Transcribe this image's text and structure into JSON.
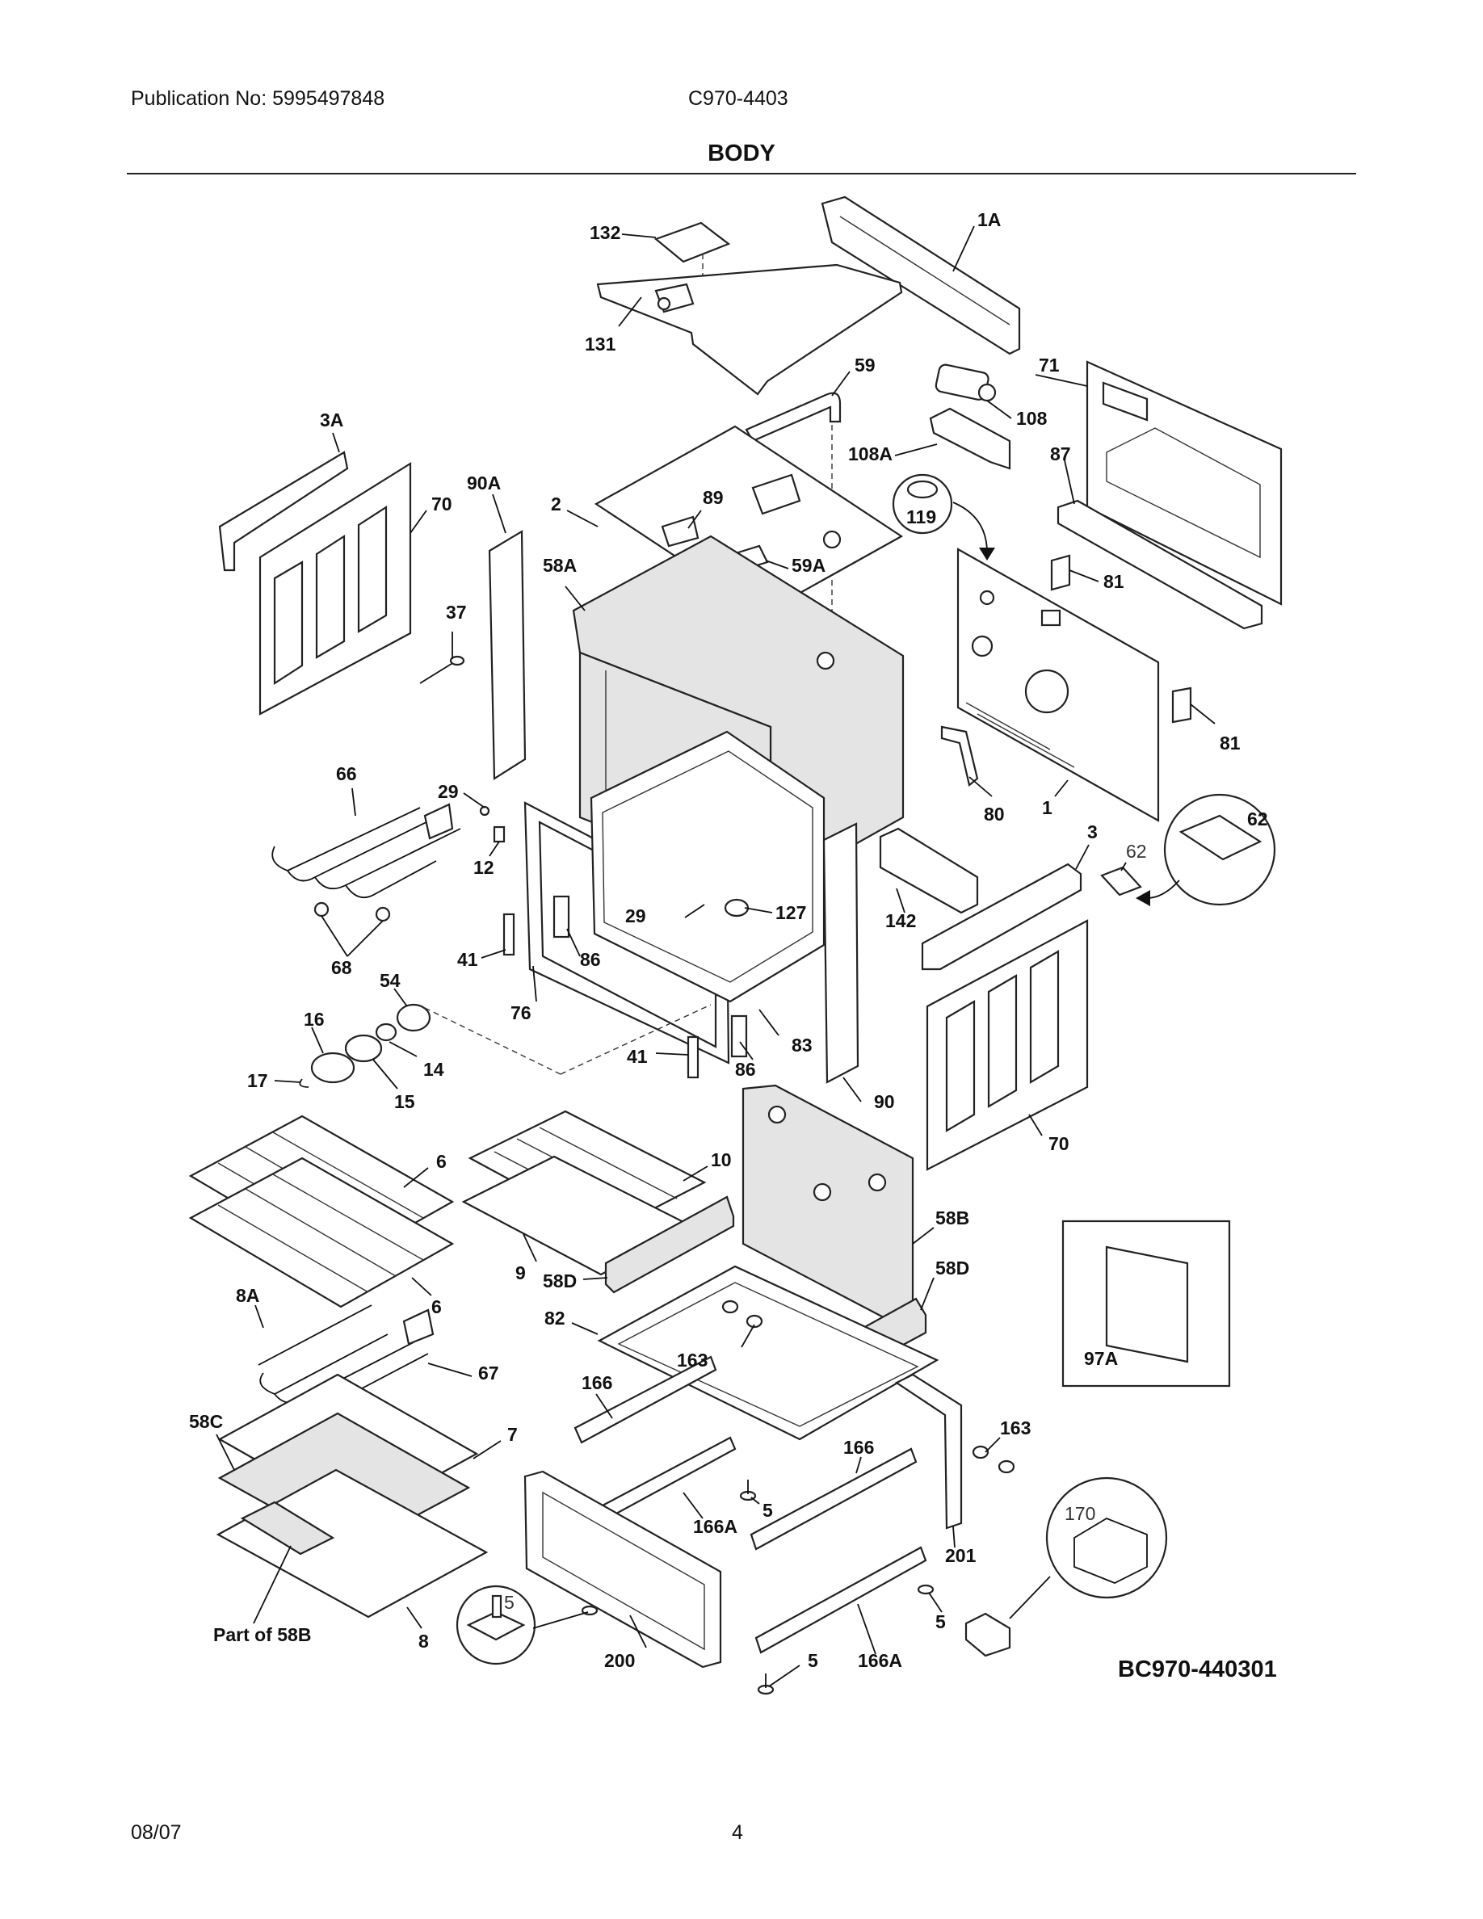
{
  "header": {
    "publication": "Publication No: 5995497848",
    "model": "C970-4403",
    "title": "BODY"
  },
  "footer": {
    "date": "08/07",
    "page": "4"
  },
  "diagram": {
    "code": "BC970-440301",
    "labels": {
      "l132": "132",
      "l1A": "1A",
      "l131": "131",
      "l59": "59",
      "l71": "71",
      "l108": "108",
      "l108A": "108A",
      "l87": "87",
      "l3A": "3A",
      "l70a": "70",
      "l90A": "90A",
      "l2": "2",
      "l89": "89",
      "l119": "119",
      "l58A": "58A",
      "l59A": "59A",
      "l81a": "81",
      "l37": "37",
      "l81b": "81",
      "l66": "66",
      "l29a": "29",
      "l80": "80",
      "l1": "1",
      "l62a": "62",
      "l3": "3",
      "l62b": "62",
      "l12": "12",
      "l127": "127",
      "l29b": "29",
      "l142": "142",
      "l68": "68",
      "l41a": "41",
      "l86a": "86",
      "l54": "54",
      "l76": "76",
      "l16": "16",
      "l83": "83",
      "l14": "14",
      "l41b": "41",
      "l86b": "86",
      "l17": "17",
      "l15": "15",
      "l90": "90",
      "l70b": "70",
      "l6a": "6",
      "l10": "10",
      "l58B": "58B",
      "l9": "9",
      "l58D_left": "58D",
      "l58D_right": "58D",
      "l6b": "6",
      "l8A": "8A",
      "l82": "82",
      "l163a": "163",
      "l97A": "97A",
      "l67": "67",
      "l166a": "166",
      "l58C": "58C",
      "l7": "7",
      "l163b": "163",
      "l166b": "166",
      "l5a": "5",
      "l170": "170",
      "l166A_a": "166A",
      "l201": "201",
      "l5b": "5",
      "l5c": "5",
      "l58B_part": "Part of 58B",
      "l8": "8",
      "l200": "200",
      "l5d": "5",
      "l166A_b": "166A"
    }
  }
}
